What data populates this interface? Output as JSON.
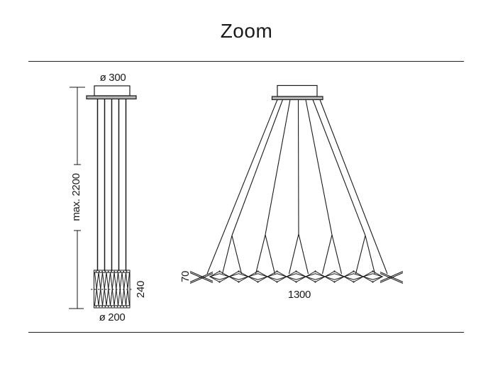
{
  "title": "Zoom",
  "left_view": {
    "canopy_diameter": "ø 300",
    "max_height": "max. 2200",
    "body_height": "240",
    "body_diameter": "ø 200"
  },
  "right_view": {
    "body_height": "70",
    "extended_width": "1300"
  },
  "colors": {
    "line": "#1a1a1a",
    "canopy_fill": "#b3b3b3",
    "background": "#ffffff"
  }
}
